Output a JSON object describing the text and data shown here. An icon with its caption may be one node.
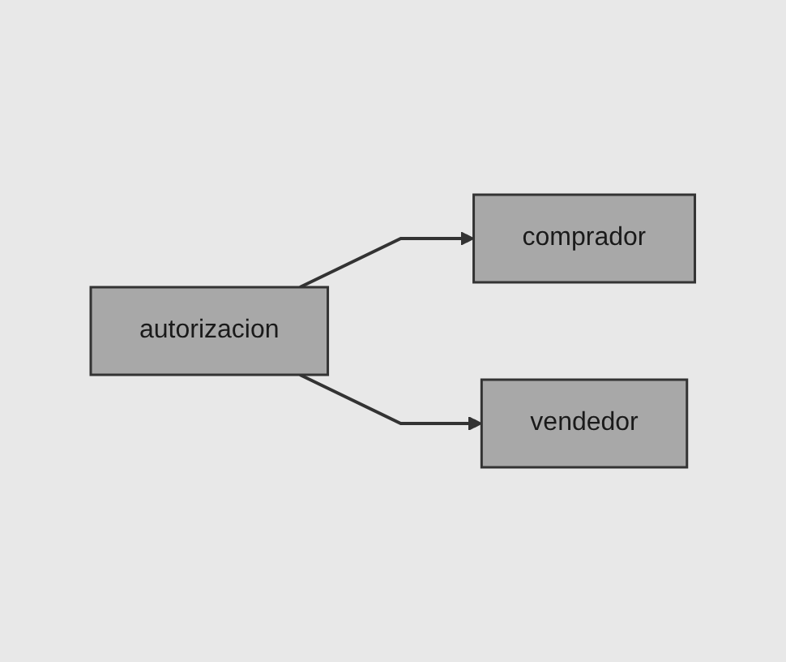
{
  "diagram": {
    "nodes": [
      {
        "text": [
          "autorizacion"
        ]
      },
      {
        "text": [
          "comprador"
        ]
      },
      {
        "text": [
          "vendedor"
        ]
      }
    ],
    "edges": [
      {
        "from": 0,
        "to": 1,
        "arrow": "to"
      },
      {
        "from": 0,
        "to": 2,
        "arrow": "to"
      }
    ]
  }
}
